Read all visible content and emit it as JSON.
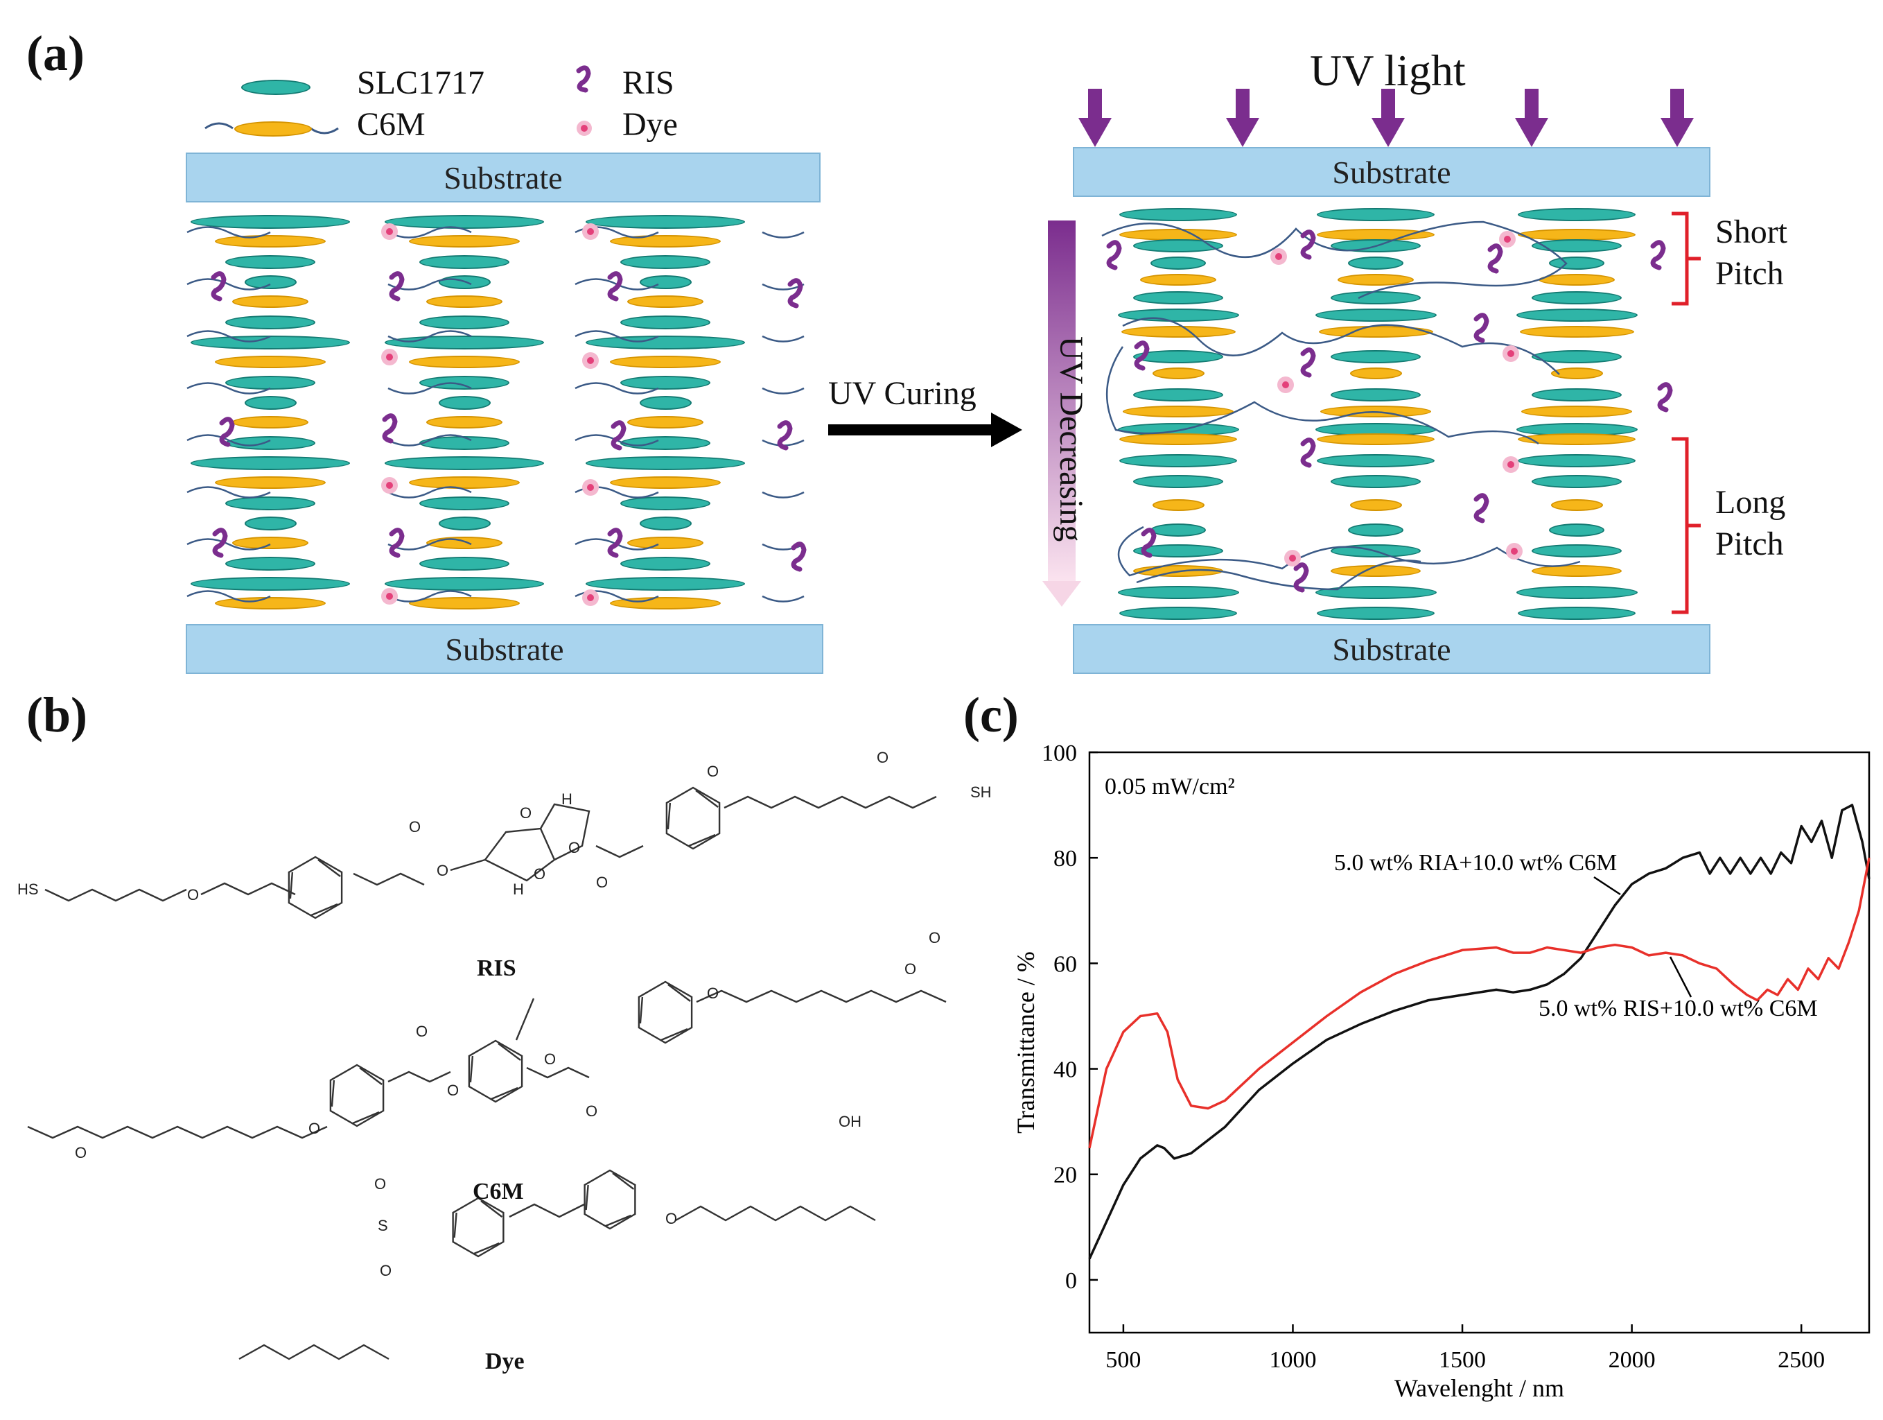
{
  "panels": {
    "a": "(a)",
    "b": "(b)",
    "c": "(c)"
  },
  "schematic": {
    "legend": {
      "slc": "SLC1717",
      "c6m": "C6M",
      "ris": "RIS",
      "dye": "Dye"
    },
    "substrate": "Substrate",
    "uv_light": "UV light",
    "uv_curing": "UV Curing",
    "uv_decreasing": "UV Decreasing",
    "short_pitch": [
      "Short",
      "Pitch"
    ],
    "long_pitch": [
      "Long",
      "Pitch"
    ],
    "colors": {
      "teal": "#2fb5a7",
      "gold": "#f6b619",
      "purple": "#7b2d8e",
      "dye": "#e4407a",
      "substrate": "#a9d4ee",
      "bracket": "#e0202a"
    }
  },
  "molecules": {
    "ris": "RIS",
    "c6m": "C6M",
    "dye": "Dye",
    "atoms": {
      "O": "O",
      "H": "H",
      "SH": "SH",
      "HS": "HS",
      "S": "S",
      "OH": "OH"
    }
  },
  "chart_data": {
    "type": "line",
    "annotation": "0.05 mW/cm²",
    "xlabel": "Wavelenght / nm",
    "ylabel": "Transmittance / %",
    "xlim": [
      400,
      2700
    ],
    "ylim": [
      -10,
      100
    ],
    "xticks": [
      500,
      1000,
      1500,
      2000,
      2500
    ],
    "yticks": [
      0,
      20,
      40,
      60,
      80,
      100
    ],
    "series": [
      {
        "name": "5.0 wt% RIA+10.0 wt% C6M",
        "color": "#111111",
        "x": [
          400,
          450,
          500,
          550,
          600,
          620,
          650,
          700,
          800,
          900,
          1000,
          1100,
          1200,
          1300,
          1400,
          1500,
          1600,
          1650,
          1700,
          1750,
          1800,
          1850,
          1900,
          1950,
          2000,
          2050,
          2100,
          2150,
          2200,
          2230,
          2260,
          2290,
          2320,
          2350,
          2380,
          2410,
          2440,
          2470,
          2500,
          2530,
          2560,
          2590,
          2620,
          2650,
          2680,
          2700
        ],
        "y": [
          4,
          11,
          18,
          23,
          25.5,
          25,
          23,
          24,
          29,
          36,
          41,
          45.5,
          48.5,
          51,
          53,
          54,
          55,
          54.5,
          55,
          56,
          58,
          61,
          66,
          71,
          75,
          77,
          78,
          80,
          81,
          77,
          80,
          77,
          80,
          77,
          80,
          77,
          81,
          79,
          86,
          83,
          87,
          80,
          89,
          90,
          83,
          76
        ]
      },
      {
        "name": "5.0 wt% RIS+10.0 wt% C6M",
        "color": "#e8302a",
        "x": [
          400,
          450,
          500,
          550,
          600,
          630,
          660,
          700,
          750,
          800,
          900,
          1000,
          1100,
          1200,
          1300,
          1400,
          1500,
          1600,
          1650,
          1700,
          1750,
          1800,
          1850,
          1900,
          1950,
          2000,
          2050,
          2100,
          2150,
          2200,
          2250,
          2300,
          2340,
          2370,
          2400,
          2430,
          2460,
          2490,
          2520,
          2550,
          2580,
          2610,
          2640,
          2670,
          2700
        ],
        "y": [
          25,
          40,
          47,
          50,
          50.5,
          47,
          38,
          33,
          32.5,
          34,
          40,
          45,
          50,
          54.5,
          58,
          60.5,
          62.5,
          63,
          62,
          62,
          63,
          62.5,
          62,
          63,
          63.5,
          63,
          61.5,
          62,
          61.5,
          60,
          59,
          56,
          54,
          53,
          55,
          54,
          57,
          55,
          59,
          57,
          61,
          59,
          64,
          70,
          80
        ]
      }
    ]
  }
}
